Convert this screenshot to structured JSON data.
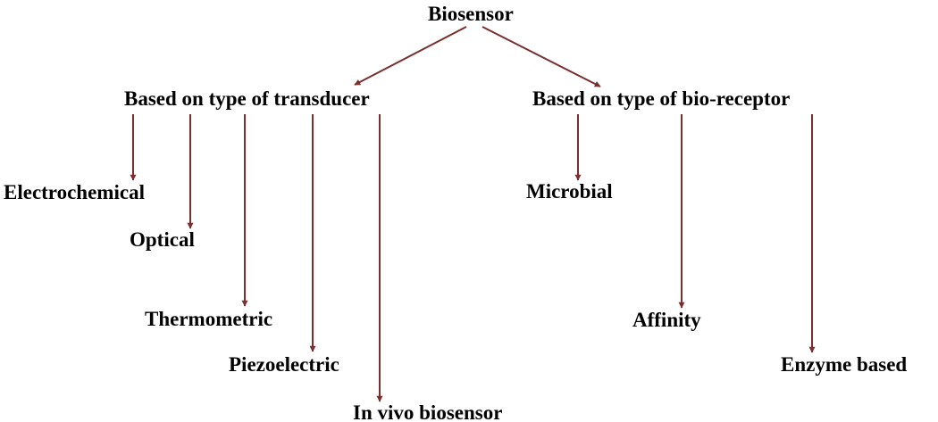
{
  "diagram": {
    "root": "Biosensor",
    "branches": [
      {
        "label": "Based on type of transducer",
        "children": [
          "Electrochemical",
          "Optical",
          "Thermometric",
          "Piezoelectric",
          "In vivo biosensor"
        ]
      },
      {
        "label": "Based on type of bio-receptor",
        "children": [
          "Microbial",
          "Affinity",
          "Enzyme based"
        ]
      }
    ],
    "arrow_color": "#7a2f2f",
    "text_color": "#000000"
  }
}
